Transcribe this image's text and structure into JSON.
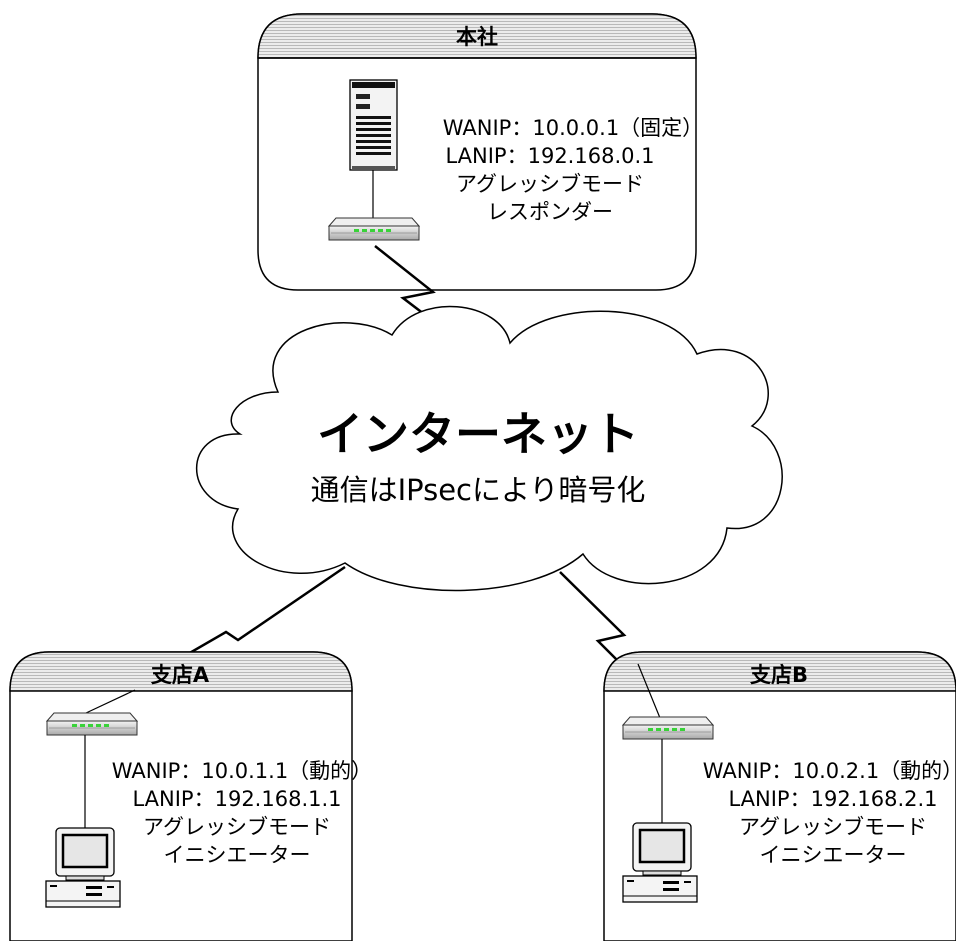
{
  "hq": {
    "title": "本社",
    "wan": "WANIP：10.0.0.1（固定）",
    "lan": "LANIP：192.168.0.1",
    "mode": "アグレッシブモード",
    "role": "レスポンダー"
  },
  "cloud": {
    "title": "インターネット",
    "subtitle": "通信はIPsecにより暗号化"
  },
  "branch_a": {
    "title": "支店A",
    "wan": "WANIP：10.0.1.1（動的）",
    "lan": "LANIP：192.168.1.1",
    "mode": "アグレッシブモード",
    "role": "イニシエーター"
  },
  "branch_b": {
    "title": "支店B",
    "wan": "WANIP：10.0.2.1（動的）",
    "lan": "LANIP：192.168.2.1",
    "mode": "アグレッシブモード",
    "role": "イニシエーター"
  },
  "colors": {
    "stroke": "#000000",
    "panel_header": "#e9e9e9",
    "router_body": "#d6d6d6",
    "router_led": "#39d239",
    "server_body": "#f2f2f2",
    "screen": "#e6e6e6"
  },
  "icons": [
    "server-icon",
    "router-icon",
    "desktop-pc-icon",
    "lightning-link-icon",
    "cloud-shape"
  ]
}
